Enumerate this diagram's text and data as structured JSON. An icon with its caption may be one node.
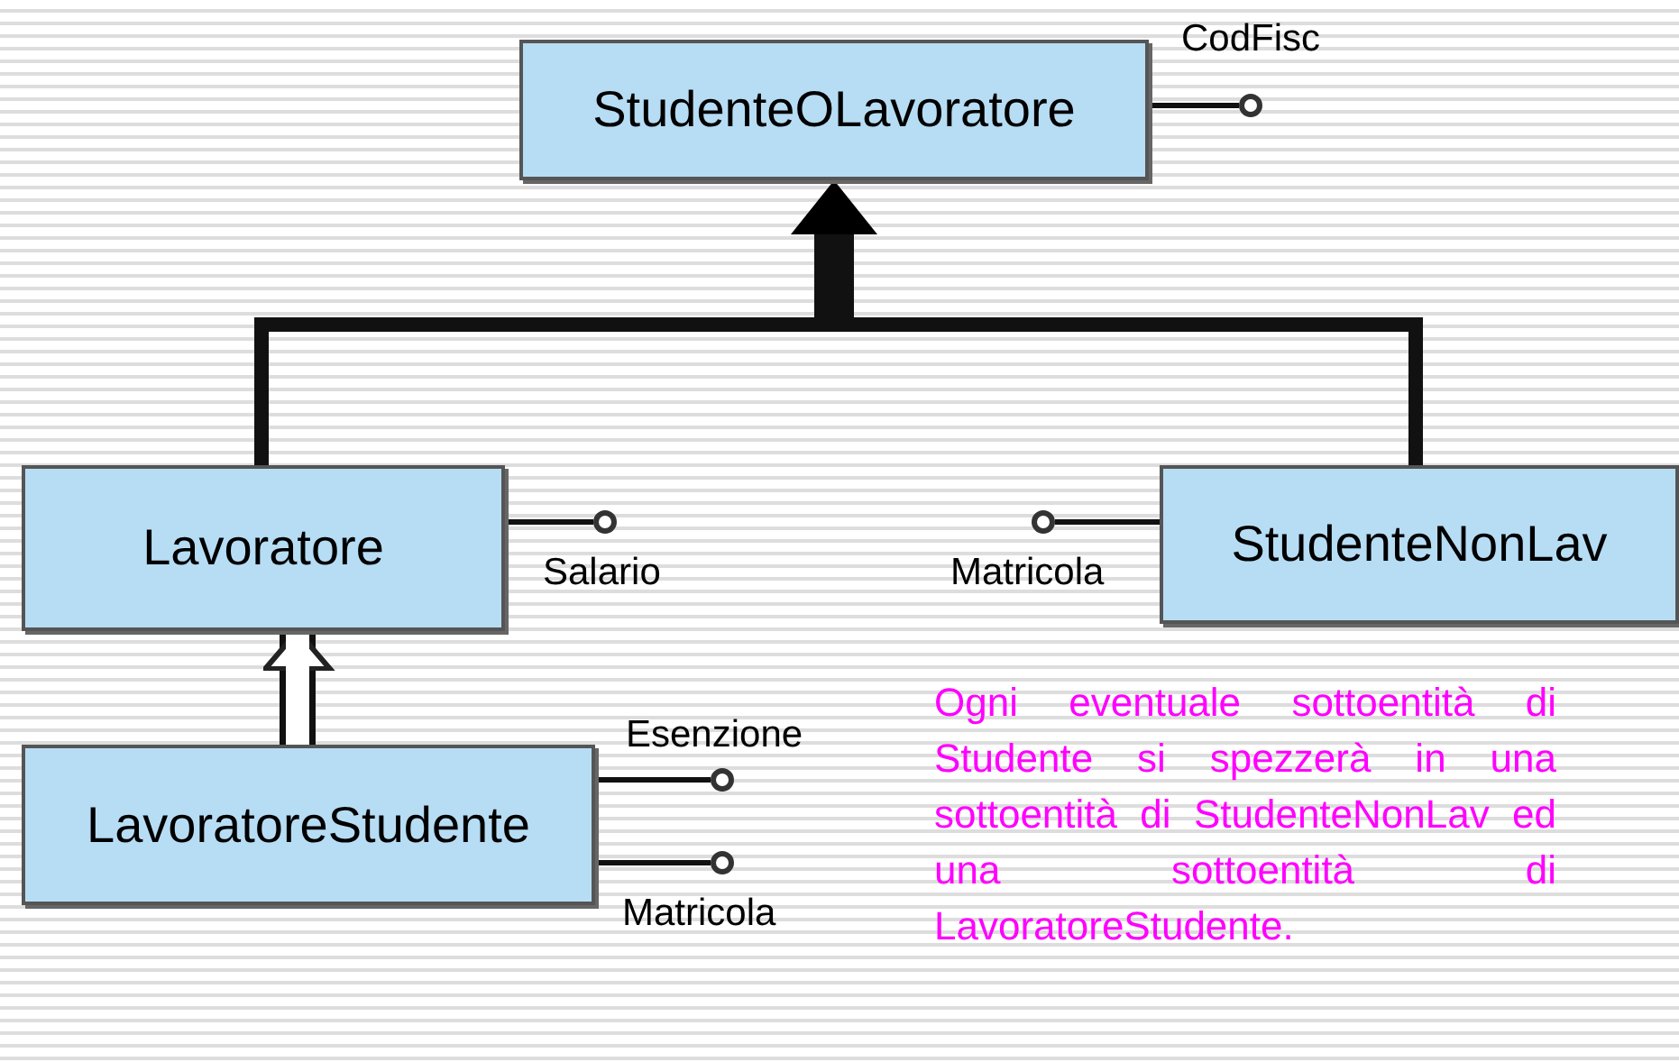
{
  "diagram": {
    "nodes": [
      {
        "text": [
          "StudenteOLavoratore"
        ]
      },
      {
        "text": [],
        "shape": "circle",
        "beside": [
          "CodFisc"
        ]
      },
      {
        "text": [
          "Lavoratore"
        ]
      },
      {
        "text": [],
        "shape": "circle",
        "beside": [
          "Salario"
        ]
      },
      {
        "text": [],
        "shape": "circle",
        "beside": [
          "Matricola"
        ]
      },
      {
        "text": [
          "StudenteNonLav"
        ]
      },
      {
        "text": [
          "LavoratoreStudente"
        ]
      },
      {
        "text": [],
        "shape": "circle",
        "beside": [
          "Esenzione"
        ]
      },
      {
        "text": [],
        "shape": "circle",
        "beside": [
          "Matricola"
        ]
      }
    ],
    "edges": [
      {
        "from": 0,
        "to": 1,
        "arrow": "none"
      },
      {
        "from": 2,
        "to": 0,
        "arrow": "to",
        "style": "thick"
      },
      {
        "from": 5,
        "to": 0,
        "arrow": "to",
        "style": "thick"
      },
      {
        "from": 2,
        "to": 3,
        "arrow": "none"
      },
      {
        "from": 5,
        "to": 4,
        "arrow": "none"
      },
      {
        "from": 6,
        "to": 2,
        "arrow": "to",
        "style": "thick"
      },
      {
        "from": 6,
        "to": 7,
        "arrow": "none"
      },
      {
        "from": 6,
        "to": 8,
        "arrow": "none"
      }
    ],
    "labels": [
      "Ogni eventuale sottoentità di Studente si spezzerà in una sottoentità di StudenteNonLav ed una sottoentità di LavoratoreStudente."
    ]
  }
}
